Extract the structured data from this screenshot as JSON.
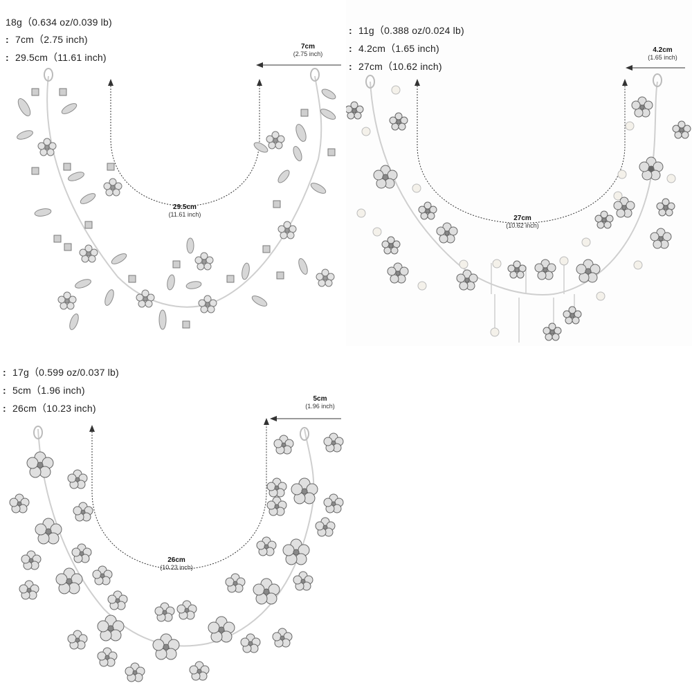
{
  "panels": [
    {
      "weight": "18g（0.634 oz/0.039 lb)",
      "height": "7cm（2.75 inch)",
      "length": "29.5cm（11.61 inch)",
      "height_label": "7cm",
      "height_label_inch": "(2.75 inch)",
      "length_label": "29.5cm",
      "length_label_inch": "(11.61 inch)"
    },
    {
      "weight": "11g（0.388 oz/0.024 lb)",
      "height": "4.2cm（1.65 inch)",
      "length": "27cm（10.62 inch)",
      "height_label": "4.2cm",
      "height_label_inch": "(1.65 inch)",
      "length_label": "27cm",
      "length_label_inch": "(10.62 inch)"
    },
    {
      "weight": "17g（0.599 oz/0.037 lb)",
      "height": "5cm（1.96 inch)",
      "length": "26cm（10.23 inch)",
      "height_label": "5cm",
      "height_label_inch": "(1.96 inch)",
      "length_label": "26cm",
      "length_label_inch": "(10.23 inch)"
    }
  ],
  "colors": {
    "background": "#ffffff",
    "wire": "#c9c9c9",
    "crystal": "#bdbdbd",
    "crystal_dark": "#6e6e6e",
    "pearl": "#f4f1ea",
    "arrow": "#222222"
  },
  "icons": [
    "flower-crystal-icon",
    "marquise-crystal-icon",
    "round-rhinestone-icon",
    "pearl-icon",
    "arrow-left-icon"
  ]
}
